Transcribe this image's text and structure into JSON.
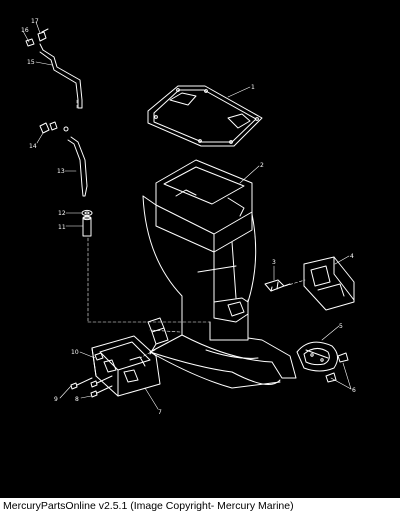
{
  "diagram": {
    "background": "#000000",
    "line_color": "#ffffff",
    "callouts": [
      "1",
      "2",
      "3",
      "4",
      "5",
      "6",
      "7",
      "8",
      "9",
      "10",
      "11",
      "12",
      "13",
      "14",
      "15",
      "16",
      "17"
    ]
  },
  "footer": {
    "caption": "MercuryPartsOnline v2.5.1 (Image Copyright- Mercury Marine)"
  }
}
